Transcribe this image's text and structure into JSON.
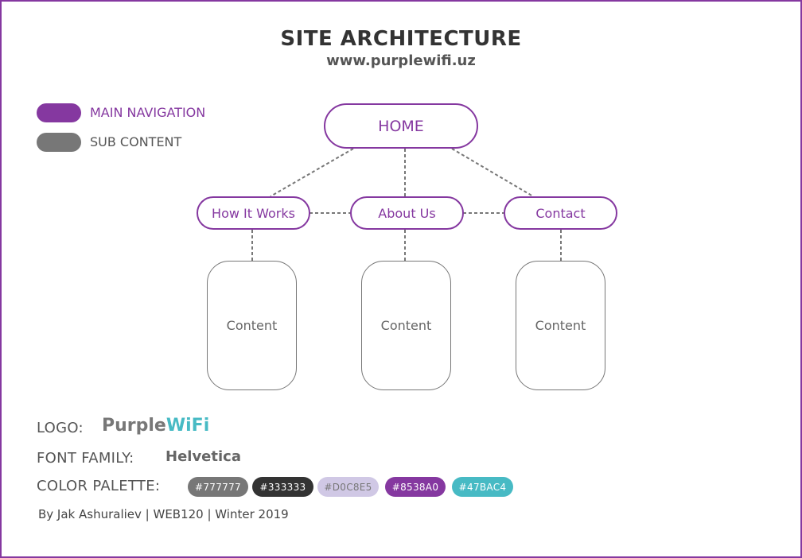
{
  "header": {
    "title": "SITE ARCHITECTURE",
    "url": "www.purplewifi.uz"
  },
  "legend": {
    "main_navigation": {
      "label": "MAIN NAVIGATION",
      "color": "#8538A0"
    },
    "sub_content": {
      "label": "SUB CONTENT",
      "color": "#777777"
    }
  },
  "sitemap": {
    "home": "HOME",
    "nav_items": [
      "How It Works",
      "About Us",
      "Contact"
    ],
    "content_label": "Content"
  },
  "logo": {
    "label": "LOGO:",
    "part1": "Purple",
    "part2": "WiFi",
    "part1_color": "#777777",
    "part2_color": "#47BAC4"
  },
  "font_family": {
    "label": "FONT FAMILY:",
    "value": "Helvetica"
  },
  "palette": {
    "label": "COLOR PALETTE:",
    "swatches": [
      "#777777",
      "#333333",
      "#D0C8E5",
      "#8538A0",
      "#47BAC4"
    ]
  },
  "credits": "By Jak Ashuraliev | WEB120 | Winter 2019"
}
